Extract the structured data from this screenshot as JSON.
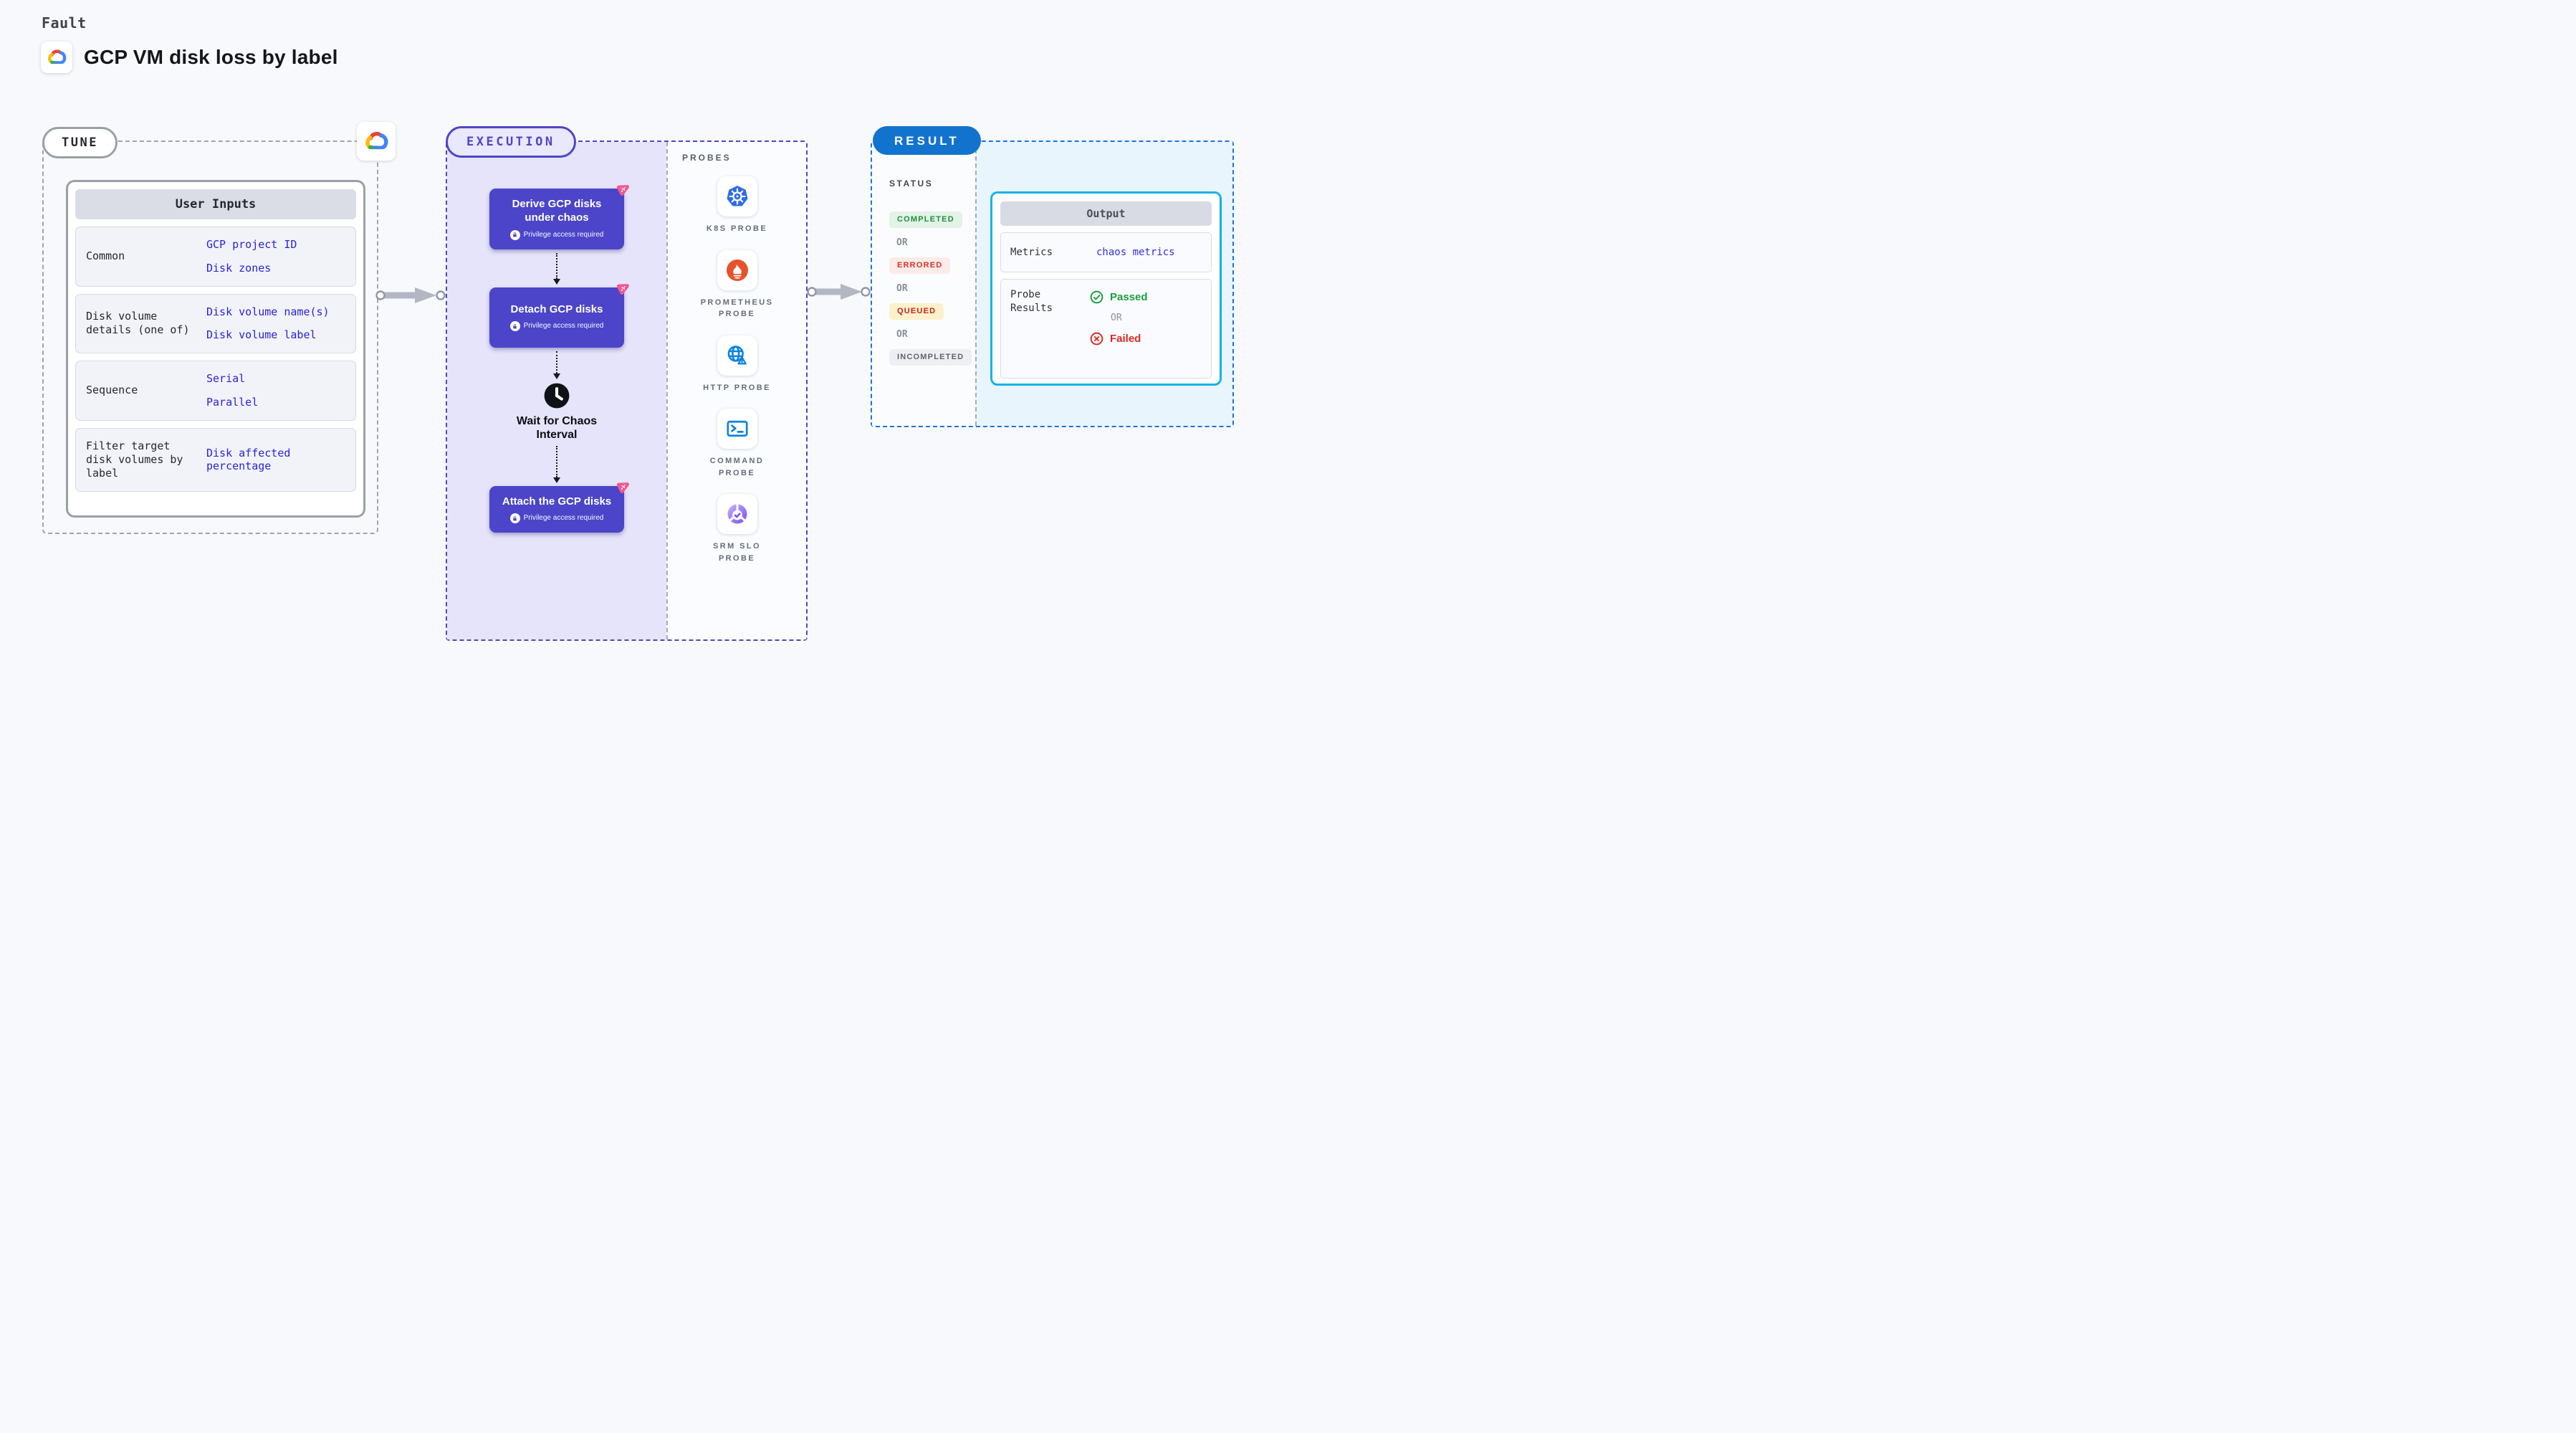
{
  "page": {
    "kicker": "Fault",
    "title": "GCP VM disk loss by label"
  },
  "tune": {
    "badge": "TUNE",
    "user_inputs": {
      "header": "User Inputs",
      "rows": [
        {
          "label": "Common",
          "values": [
            "GCP project ID",
            "Disk zones"
          ]
        },
        {
          "label": "Disk volume details (one of)",
          "values": [
            "Disk volume name(s)",
            "Disk volume label"
          ]
        },
        {
          "label": "Sequence",
          "values": [
            "Serial",
            "Parallel"
          ]
        },
        {
          "label": "Filter target disk volumes by label",
          "values": [
            "Disk affected percentage"
          ]
        }
      ]
    }
  },
  "execution": {
    "badge": "EXECUTION",
    "steps": [
      {
        "title": "Derive GCP disks under chaos",
        "note": "Privilege access required"
      },
      {
        "title": "Detach GCP disks",
        "note": "Privilege access required"
      },
      {
        "title": "Wait for Chaos Interval"
      },
      {
        "title": "Attach the GCP disks",
        "note": "Privilege access required"
      }
    ],
    "probes": {
      "heading": "PROBES",
      "items": [
        {
          "label": "K8S PROBE",
          "icon": "kubernetes-icon"
        },
        {
          "label": "PROMETHEUS PROBE",
          "icon": "prometheus-icon"
        },
        {
          "label": "HTTP PROBE",
          "icon": "globe-alert-icon"
        },
        {
          "label": "COMMAND PROBE",
          "icon": "terminal-icon"
        },
        {
          "label": "SRM SLO PROBE",
          "icon": "slo-gauge-icon"
        }
      ]
    }
  },
  "result": {
    "badge": "RESULT",
    "status": {
      "heading": "STATUS",
      "separator": "OR",
      "badges": [
        {
          "label": "COMPLETED",
          "fg": "#1e8e3e",
          "bg": "#e3f3e6"
        },
        {
          "label": "ERRORED",
          "fg": "#d93025",
          "bg": "#fcebe9"
        },
        {
          "label": "QUEUED",
          "fg": "#c5221f",
          "bg": "#fdf1cc"
        },
        {
          "label": "INCOMPLETED",
          "fg": "#5f6368",
          "bg": "#edeff4"
        }
      ]
    },
    "output": {
      "header": "Output",
      "metrics": {
        "label": "Metrics",
        "value": "chaos metrics"
      },
      "probe_results": {
        "label": "Probe Results",
        "passed": "Passed",
        "separator": "OR",
        "failed": "Failed"
      }
    }
  },
  "colors": {
    "accent_indigo": "#4f46c8",
    "node_fill": "#4c45c9",
    "chaos_pink": "#f5578f",
    "result_blue": "#1273cf",
    "result_dashed": "#1a73e8",
    "output_border": "#16b2e8",
    "link_blue": "#2a22d9",
    "passed_green": "#1b9e3d",
    "failed_red": "#d92b20",
    "kubernetes_blue": "#326ce5",
    "prometheus_orange": "#e6522c",
    "probe_icon_blue": "#0d83dd",
    "slo_purple": "#7c4df0"
  }
}
